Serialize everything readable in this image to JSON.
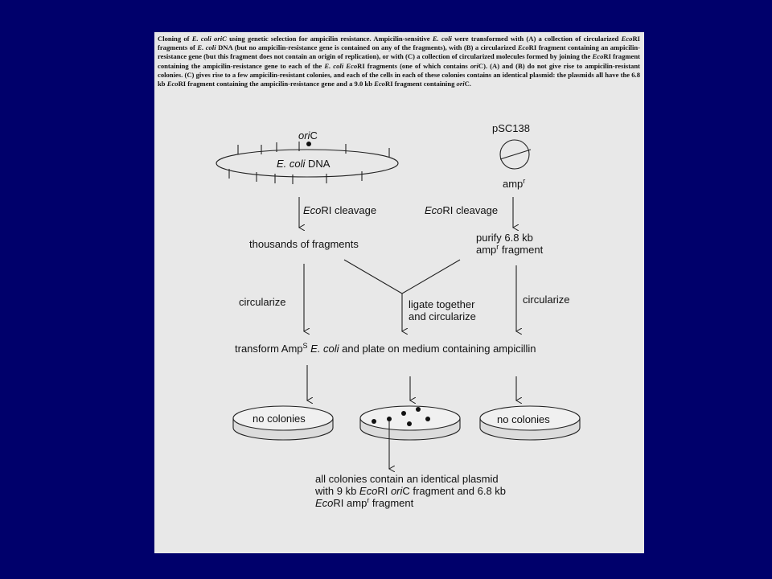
{
  "caption": {
    "p1": "Cloning of ",
    "p1_ital": "E. coli oriC",
    "p2": " using genetic selection for ampicilin resistance. Ampicilin-sensitive ",
    "p2_ital": "E. coli",
    "p3": " were transformed with (A) a collection of circularized ",
    "p3_ital": "Eco",
    "p4": "RI fragments of ",
    "p4_ital": "E. coli",
    "p5": " DNA (but no ampicilin-resistance gene is contained on any of the fragments), with (B) a circularized ",
    "p5_ital": "Eco",
    "p6": "RI fragment containing an ampicilin-resistance gene (but this fragment does not contain an origin of replication), or with (C) a collection of circularized molecules formed by joining the ",
    "p6_ital": "Eco",
    "p7": "RI fragment containing the ampicilin-resistance gene to each of the ",
    "p7_ital": "E. coli Eco",
    "p8": "RI fragments (one of which contains ",
    "p8_ital": "ori",
    "p9": "C). (A) and (B) do not give rise to ampicilin-resistant colonies. (C) gives rise to a few ampicilin-resistant colonies, and each of the cells in each of these colonies contains an identical plasmid: the plasmids all have the 6.8 kb ",
    "p9_ital": "Eco",
    "p10": "RI fragment containing the ampicilin-resistance gene and a 9.0 kb ",
    "p10_ital": "Eco",
    "p11": "RI fragment containing ",
    "p11_ital": "ori",
    "p12": "C."
  },
  "diagram": {
    "oric_ital": "ori",
    "oric_rest": "C",
    "ecoli_ital": "E. coli",
    "ecoli_rest": " DNA",
    "plasmid_name": "pSC138",
    "ampr_base": "amp",
    "ampr_sup": "r",
    "cleave_ital": "Eco",
    "cleave_rest": "RI cleavage",
    "thousands": "thousands of fragments",
    "purify_line1": "purify 6.8 kb",
    "purify_line2_base": "amp",
    "purify_line2_sup": "r",
    "purify_line2_rest": " fragment",
    "circularize": "circularize",
    "ligate_line1": "ligate together",
    "ligate_line2": "and circularize",
    "transform_pre": "transform Amp",
    "transform_sup": "S",
    "transform_ital": " E. coli",
    "transform_post": " and plate on medium containing ampicillin",
    "no_colonies": "no colonies",
    "result_line1": "all colonies contain an identical plasmid",
    "result_line2_pre": "with 9 kb ",
    "result_line2_ital1": "Eco",
    "result_line2_mid": "RI ",
    "result_line2_ital2": "ori",
    "result_line2_post": "C fragment and 6.8 kb",
    "result_line3_ital": "Eco",
    "result_line3_mid": "RI amp",
    "result_line3_sup": "r",
    "result_line3_post": " fragment"
  }
}
